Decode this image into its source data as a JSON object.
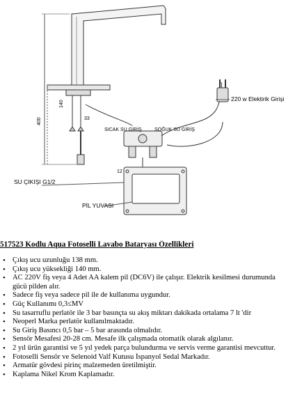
{
  "diagram": {
    "labels": {
      "power": "220 w Elektirik Girişi",
      "cold_inlet": "SOĞUK SU GİRİŞ",
      "hot_inlet": "SICAK SU GİRİŞ",
      "outlet": "SU ÇIKIŞI G1/2",
      "battery_box": "PİL YUVASI",
      "height": "400",
      "dimension_1": "140",
      "dimension_2": "33",
      "dimension_3": "12"
    }
  },
  "title": "517523 Kodlu Aqua Fotoselli Lavabo Bataryası Özellikleri",
  "specs": [
    "Çıkış ucu uzunluğu 138 mm.",
    "Çıkış ucu yüksekliği 140 mm.",
    "AC 220V fiş veya 4 Adet AA kalem pil (DC6V) ile çalışır. Elektrik kesilmesi durumunda gücü pilden alır.",
    "Sadece fiş veya sadece pil ile de kullanıma uygundur.",
    "Güç Kullanımı 0,3≤MV",
    "Su tasarruflu perlatör ile 3 bar basınçta su akış miktarı dakikada ortalama 7 lt 'dir",
    "Neoperl Marka perlatör kullanılmaktadır.",
    "Su Giriş Basıncı 0,5 bar – 5 bar arasında olmalıdır.",
    "Sensör Mesafesi 20-28 cm. Mesafe ilk çalışmada otomatik olarak algılanır.",
    "2 yıl ürün garantisi ve 5 yıl yedek parça bulundurma ve servis verme garantisi mevcuttur.",
    "Fotoselli Sensör ve Selenoid Valf Kutusu İspanyol Sedal Markadır.",
    "Armatür gövdesi pirinç malzemeden üretilmiştir.",
    "Kaplama Nikel Krom Kaplamadır."
  ]
}
